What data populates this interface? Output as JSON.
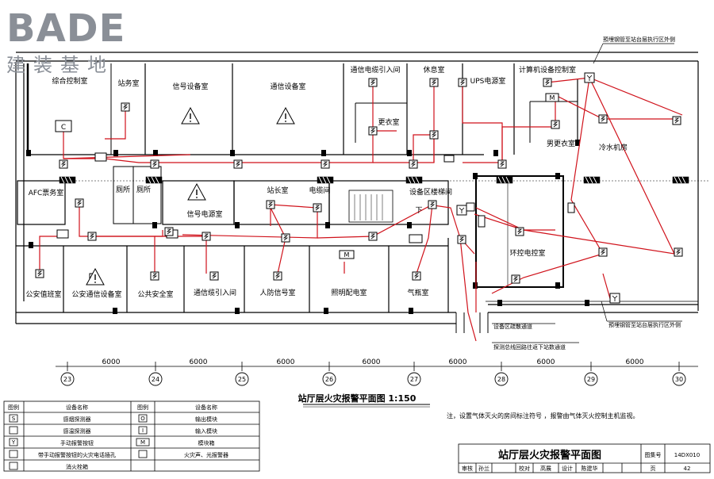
{
  "logo": {
    "main": "BADE",
    "sub": "建装基地"
  },
  "top_note": "預埋钢管至站台层执行区外侧",
  "bottom_note": "預埋钢管至站台层执行区外侧",
  "notes": {
    "device_area": "设备区疏散通道",
    "public_area": "探测总线回路往返下站数通道",
    "footnote": "注，设置气体灭火的房间标注符号 ，报警由气体灭火控制主机监视。"
  },
  "rooms": {
    "r1": "综合控制室",
    "r2": "站务室",
    "r3": "信号设备室",
    "r4": "通信设备室",
    "r5": "通信电缆引入间",
    "r6": "休息室",
    "r7": "UPS电源室",
    "r8": "计算机设备控制室",
    "r9": "更衣室",
    "r10": "男更衣室",
    "r11": "冷水机房",
    "r12": "AFC票务室",
    "r13": "厕所",
    "r14": "厕所",
    "r15": "信号电源室",
    "r16": "站长室",
    "r17": "电缆间",
    "r18": "设备区楼梯间",
    "r19": "环控电控室",
    "r20": "公安值班室",
    "r21": "公安通信设备室",
    "r22": "公共安全室",
    "r23": "通信缆引入间",
    "r24": "人防信号室",
    "r25": "照明配电室",
    "r26": "气瓶室",
    "stair": "下"
  },
  "axes": {
    "labels": [
      "23",
      "24",
      "25",
      "26",
      "27",
      "28",
      "29",
      "30"
    ],
    "dims": [
      "6000",
      "6000",
      "6000",
      "6000",
      "6000",
      "6000",
      "6000"
    ]
  },
  "plan_title": "站厅层火灾报警平面图  1:150",
  "legend": {
    "header": [
      "图例",
      "设备名称",
      "图例",
      "设备名称"
    ],
    "left": [
      "感烟探测器",
      "感温探测器",
      "手动报警按钮",
      "带手动报警按钮的火灾电话插孔",
      "消火栓箱"
    ],
    "right": [
      "输出模块",
      "输入模块",
      "模块箱",
      "火灾声、光报警器"
    ],
    "sym_left": [
      "S",
      "",
      "Y",
      "",
      ""
    ],
    "sym_right": [
      "O",
      "I",
      "M",
      ""
    ]
  },
  "title_block": {
    "title": "站厅层火灾报警平面图",
    "atlas_label": "图集号",
    "atlas_no": "14DX010",
    "page_label": "页",
    "page_no": "42",
    "sign_row": [
      "审核",
      "孙兰",
      "校对",
      "高展",
      "设计",
      "陈建华"
    ]
  },
  "module_labels": {
    "c": "C",
    "m": "M"
  }
}
